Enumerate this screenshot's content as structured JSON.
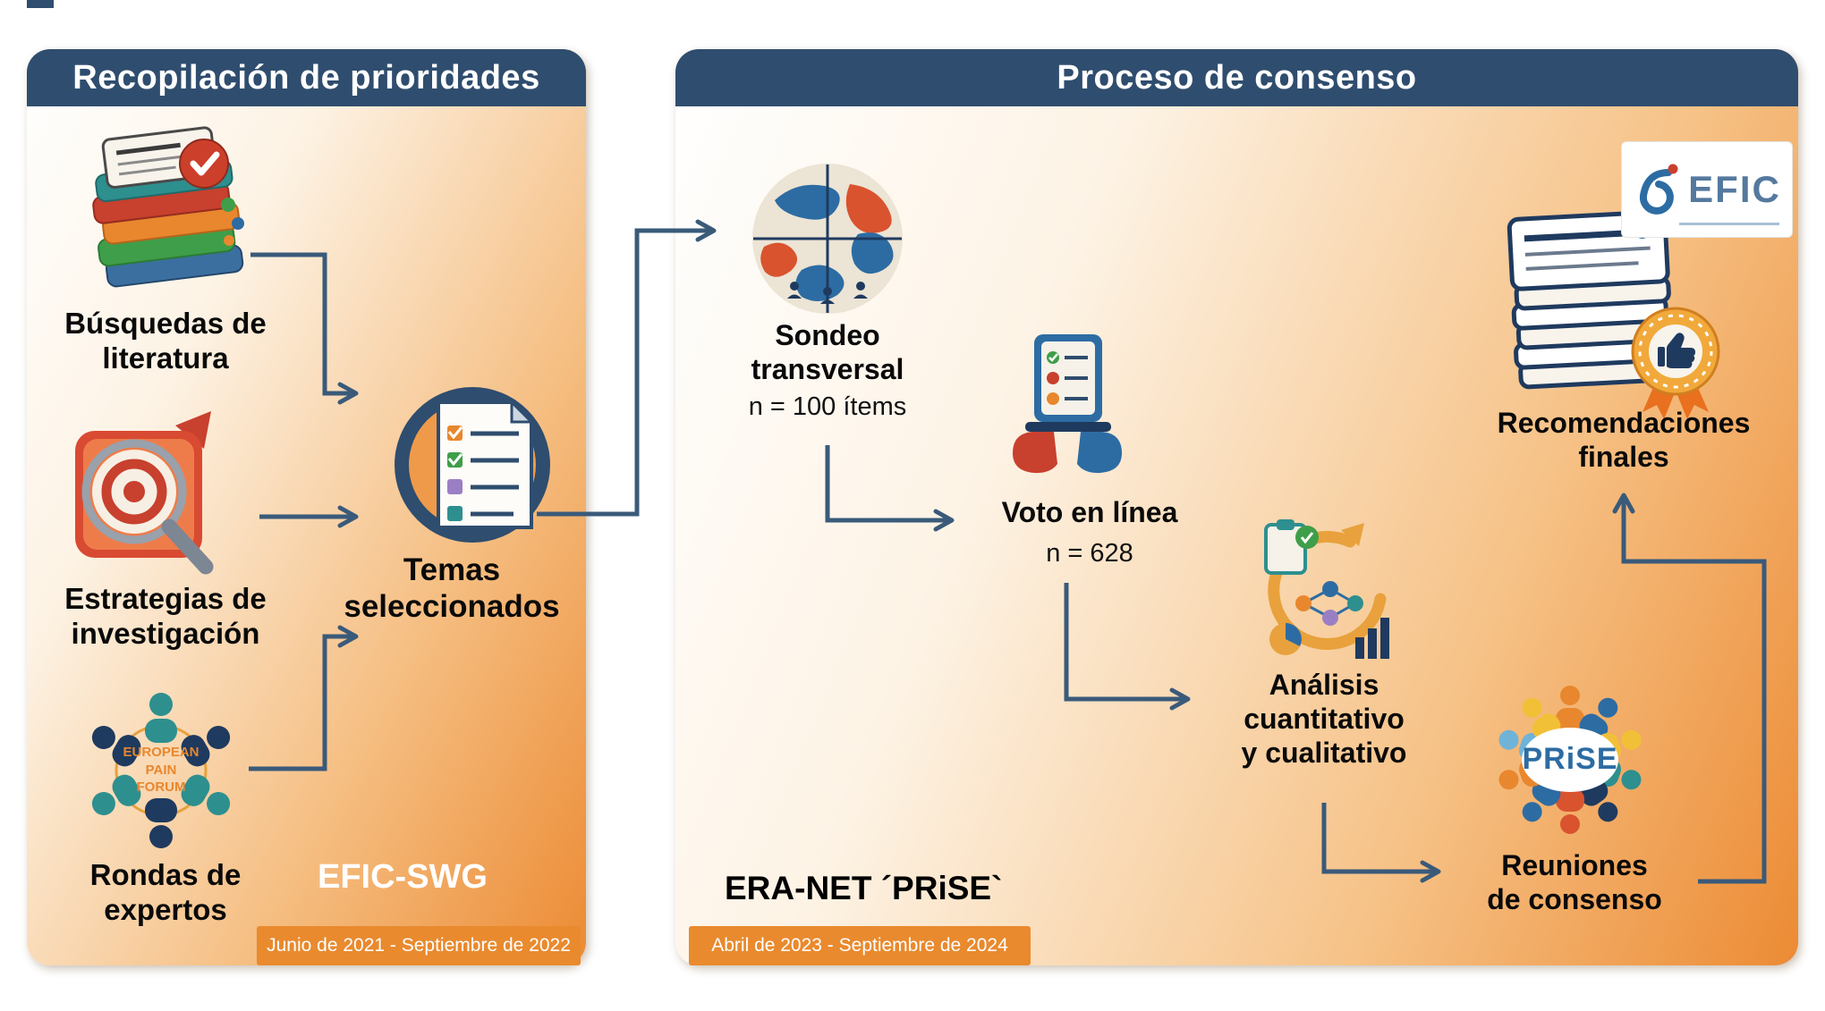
{
  "left_panel": {
    "title": "Recopilación de prioridades",
    "sources": [
      {
        "label": "Búsquedas de\nliteratura"
      },
      {
        "label": "Estrategias de\ninvestigación"
      },
      {
        "label": "Rondas de\nexpertos"
      }
    ],
    "forum_icon_text": "EUROPEAN\nPAIN\nFORUM",
    "selected_topics_label": "Temas\nseleccionados",
    "group_label": "EFIC-SWG",
    "date_badge": "Junio de 2021 - Septiembre de 2022"
  },
  "right_panel": {
    "title": "Proceso de consenso",
    "steps": {
      "survey": {
        "label": "Sondeo\ntransversal",
        "sub": "n = 100 ítems"
      },
      "voting": {
        "label": "Voto en línea",
        "sub": "n = 628"
      },
      "analysis": {
        "label": "Análisis\ncuantitativo\ny cualitativo"
      },
      "meetings": {
        "label": "Reuniones\nde consenso"
      },
      "recommendations": {
        "label": "Recomendaciones\nfinales"
      }
    },
    "prise_logo_text": "PRiSE",
    "efic_logo_text": "EFIC",
    "group_label": "ERA-NET ´PRiSE`",
    "date_badge": "Abril de 2023 - Septiembre de 2024"
  },
  "colors": {
    "header_blue": "#2f4d6e",
    "arrow_blue": "#3a5a7a",
    "badge_orange": "#e98a2e",
    "panel_orange": "#ec8b34"
  }
}
